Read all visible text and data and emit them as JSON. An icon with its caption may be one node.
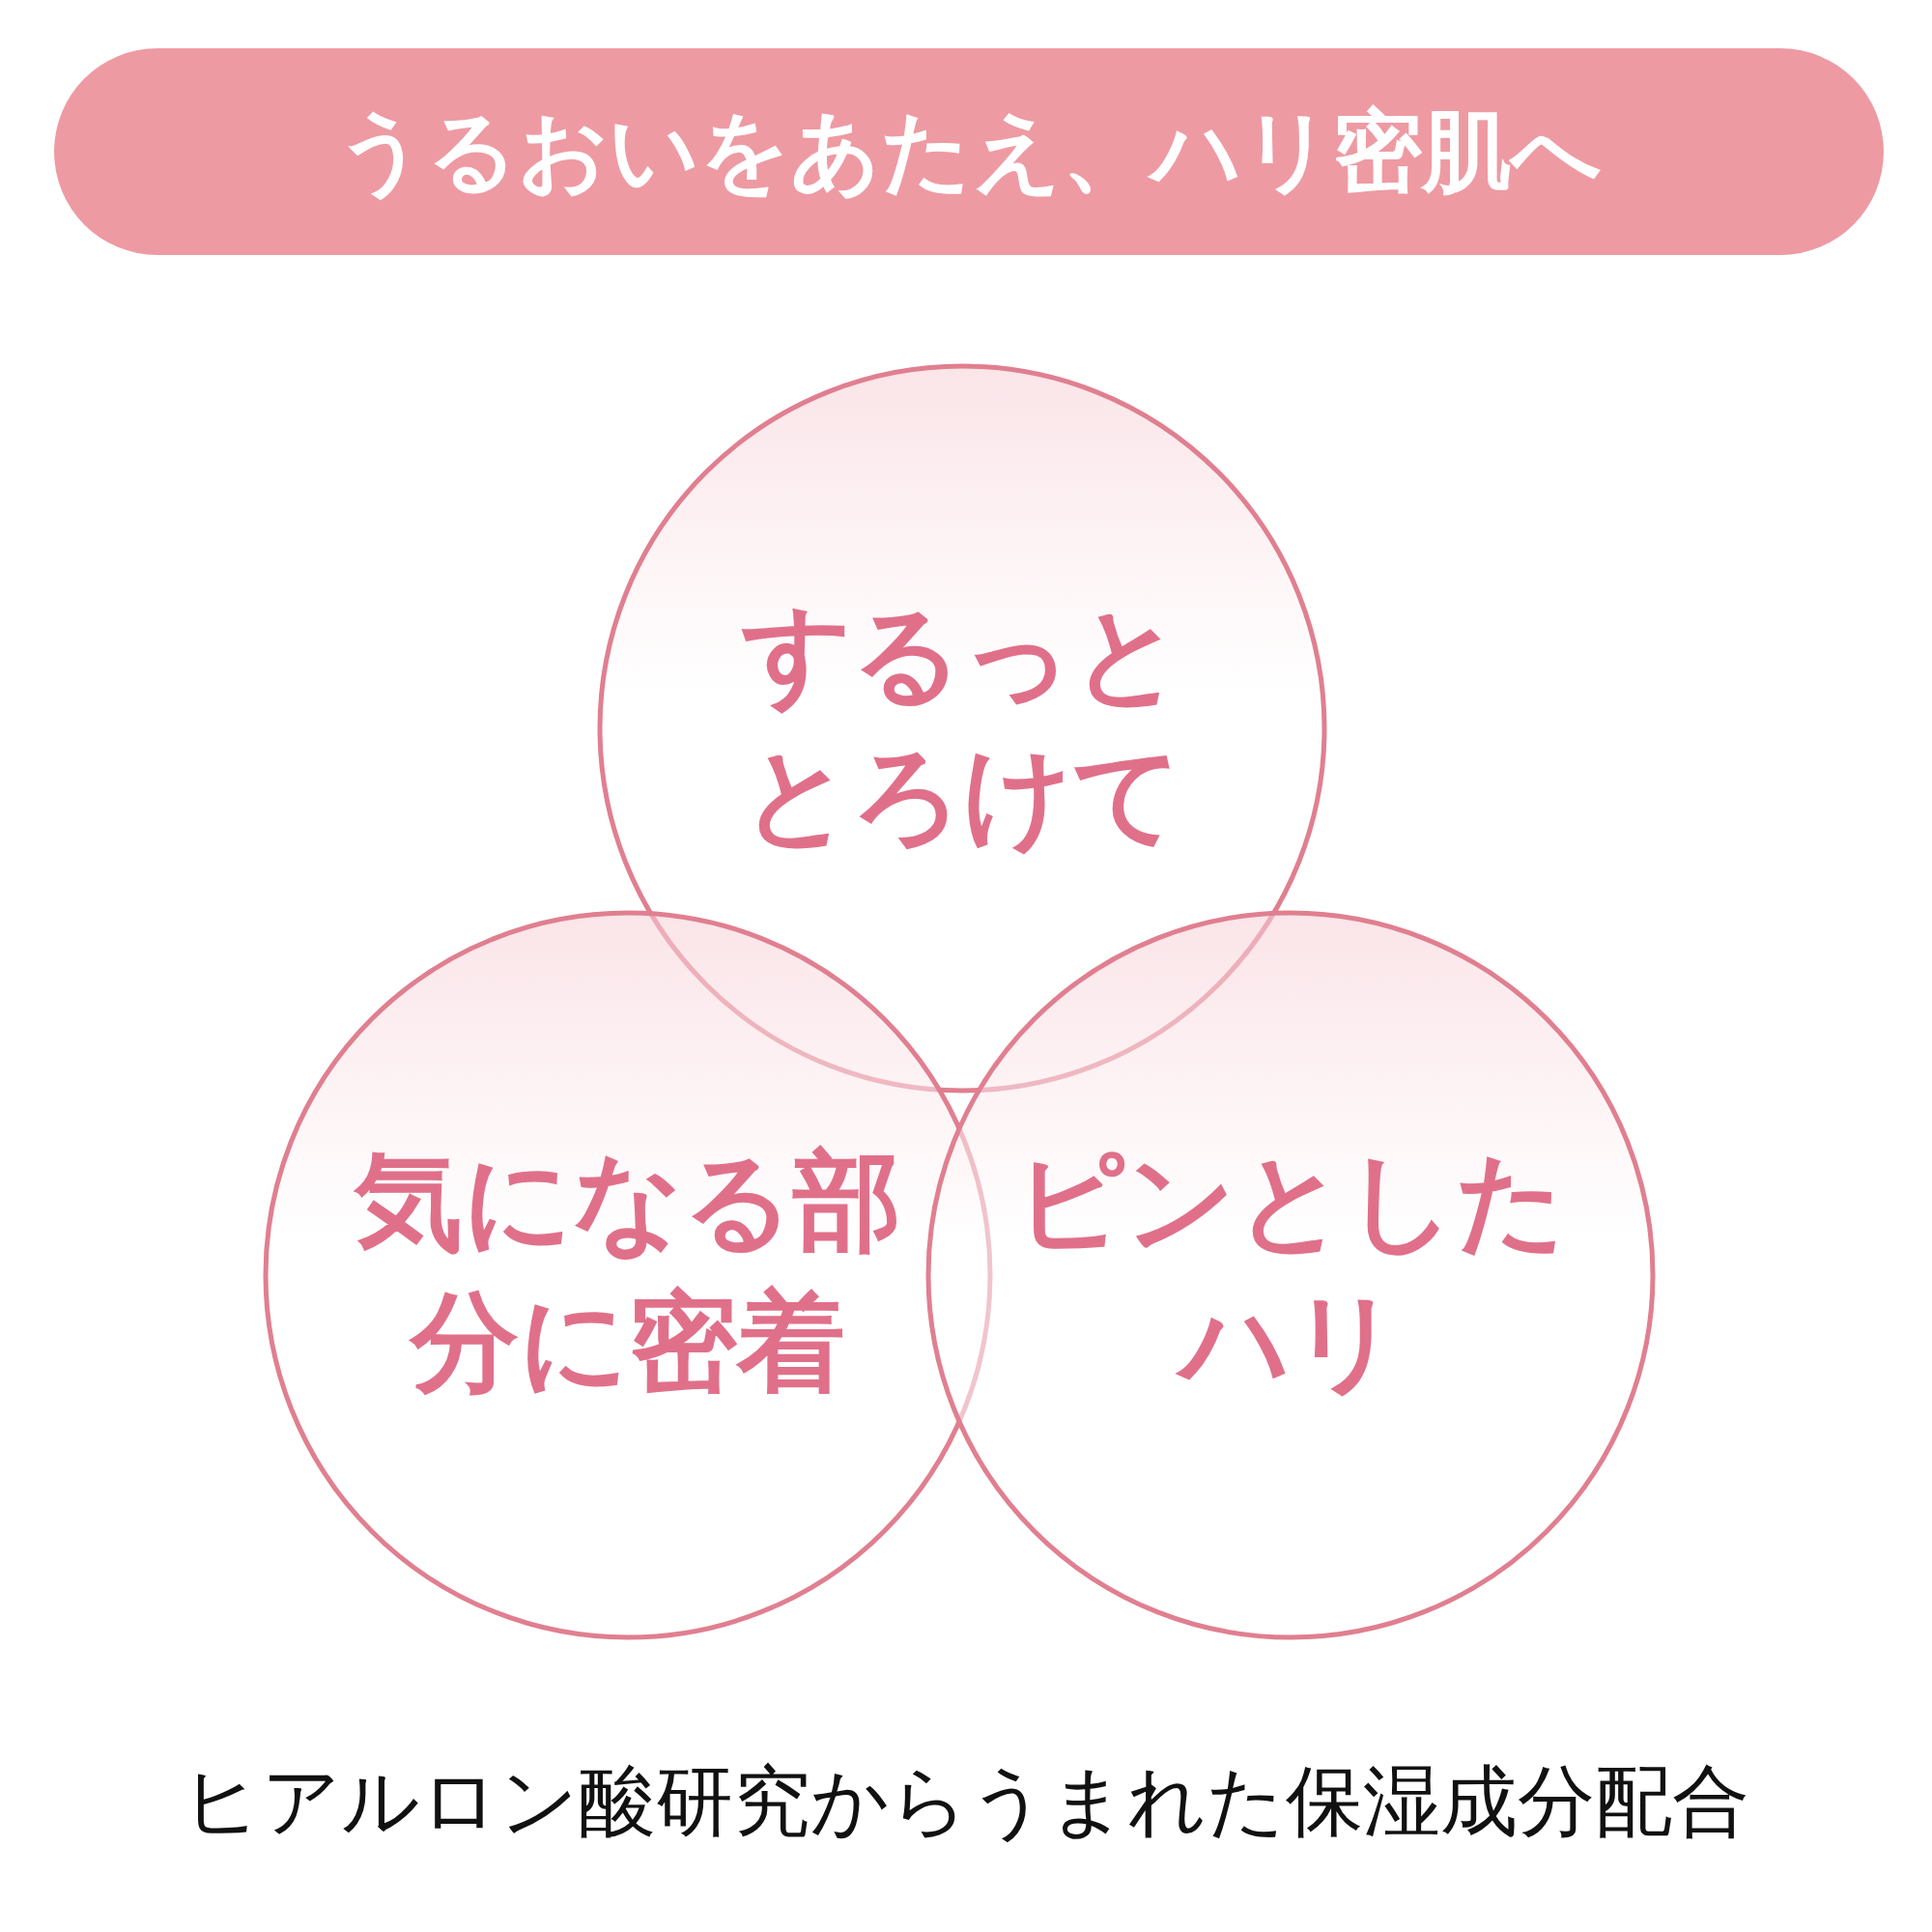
{
  "diagram": {
    "title": "うるおいをあたえ、ハリ密肌へ",
    "nodes": [
      {
        "text": [
          "するっととろけて"
        ]
      },
      {
        "text": [
          "気になる部分に密着"
        ]
      },
      {
        "text": [
          "ピンとしたハリ"
        ]
      }
    ],
    "caption": "ヒアルロン酸研究からうまれた保湿成分配合"
  }
}
